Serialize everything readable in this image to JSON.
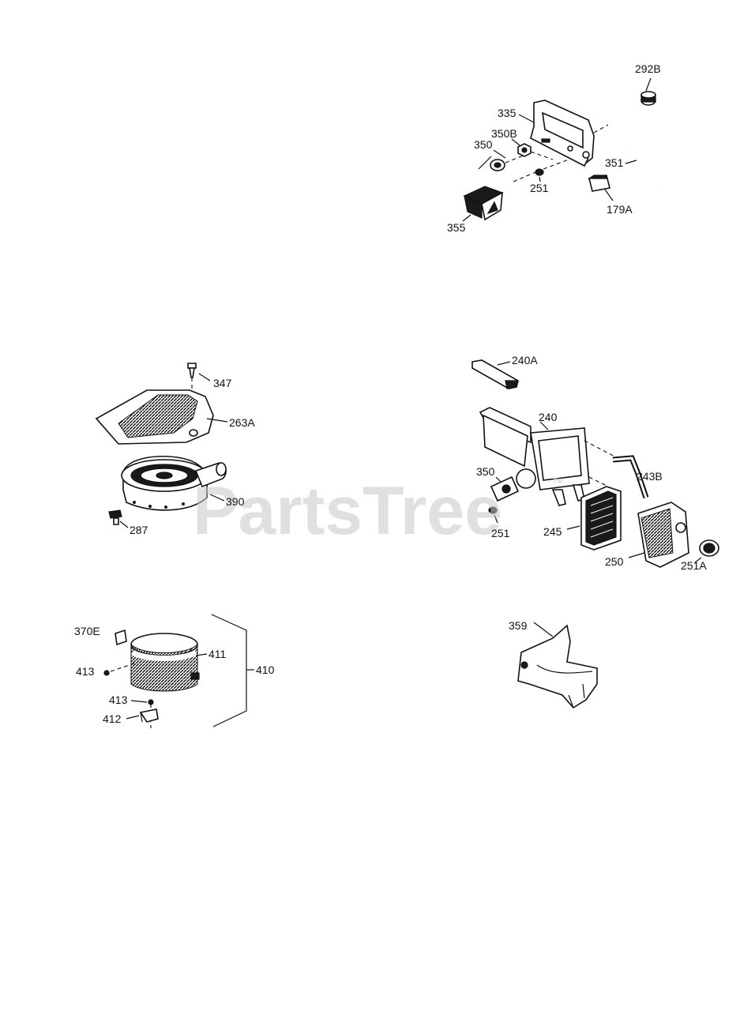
{
  "watermark": {
    "text": "PartsTree",
    "trademark": "TM"
  },
  "callouts": [
    {
      "id": "c-292B",
      "text": "292B"
    },
    {
      "id": "c-335",
      "text": "335"
    },
    {
      "id": "c-350B",
      "text": "350B"
    },
    {
      "id": "c-350-top",
      "text": "350"
    },
    {
      "id": "c-351",
      "text": "351"
    },
    {
      "id": "c-251-top",
      "text": "251"
    },
    {
      "id": "c-179A",
      "text": "179A"
    },
    {
      "id": "c-355",
      "text": "355"
    },
    {
      "id": "c-347",
      "text": "347"
    },
    {
      "id": "c-263A",
      "text": "263A"
    },
    {
      "id": "c-390",
      "text": "390"
    },
    {
      "id": "c-287",
      "text": "287"
    },
    {
      "id": "c-240A",
      "text": "240A"
    },
    {
      "id": "c-240",
      "text": "240"
    },
    {
      "id": "c-350-mid",
      "text": "350"
    },
    {
      "id": "c-243B",
      "text": "243B"
    },
    {
      "id": "c-251-mid",
      "text": "251"
    },
    {
      "id": "c-245",
      "text": "245"
    },
    {
      "id": "c-250",
      "text": "250"
    },
    {
      "id": "c-251A",
      "text": "251A"
    },
    {
      "id": "c-370E",
      "text": "370E"
    },
    {
      "id": "c-411",
      "text": "411"
    },
    {
      "id": "c-413-a",
      "text": "413"
    },
    {
      "id": "c-410",
      "text": "410"
    },
    {
      "id": "c-413-b",
      "text": "413"
    },
    {
      "id": "c-412",
      "text": "412"
    },
    {
      "id": "c-359",
      "text": "359"
    }
  ]
}
